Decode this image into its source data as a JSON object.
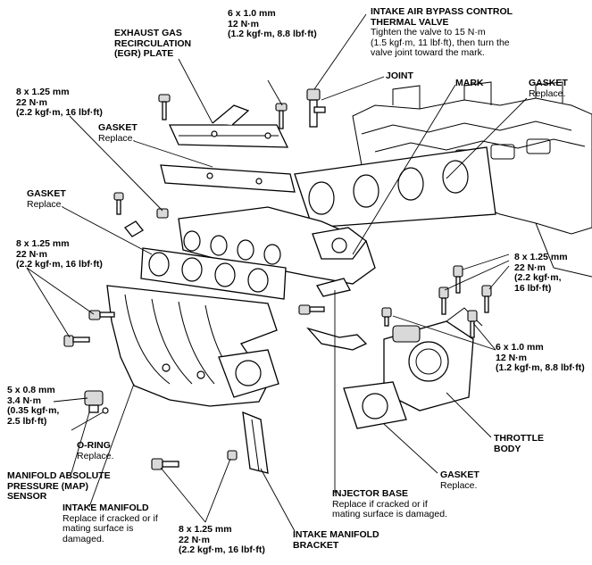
{
  "callouts": {
    "egr_plate": {
      "title": "EXHAUST GAS\nRECIRCULATION\n(EGR) PLATE"
    },
    "bolt_6x1_top": {
      "spec": "6 x 1.0 mm\n12 N·m\n(1.2 kgf·m, 8.8 lbf·ft)"
    },
    "iabc_valve": {
      "title": "INTAKE AIR BYPASS CONTROL\nTHERMAL VALVE",
      "note": "Tighten the valve to 15 N·m\n(1.5 kgf·m, 11 lbf·ft), then turn the\nvalve joint toward the mark."
    },
    "joint": {
      "title": "JOINT"
    },
    "mark": {
      "title": "MARK"
    },
    "gasket_right": {
      "title": "GASKET",
      "note": "Replace."
    },
    "bolt_8x125_upper_left": {
      "spec": "8 x 1.25 mm\n22 N·m\n(2.2 kgf·m, 16 lbf·ft)"
    },
    "gasket_top_left": {
      "title": "GASKET",
      "note": "Replace."
    },
    "gasket_left": {
      "title": "GASKET",
      "note": "Replace."
    },
    "bolt_8x125_left": {
      "spec": "8 x 1.25 mm\n22 N·m\n(2.2 kgf·m, 16 lbf·ft)"
    },
    "bolt_8x125_right": {
      "spec": "8 x 1.25 mm\n22 N·m\n(2.2 kgf·m,\n16 lbf·ft)"
    },
    "bolt_6x1_right": {
      "spec": "6 x 1.0 mm\n12 N·m\n(1.2 kgf·m, 8.8 lbf·ft)"
    },
    "bolt_5x08": {
      "spec": "5 x 0.8 mm\n3.4 N·m\n(0.35 kgf·m,\n2.5 lbf·ft)"
    },
    "o_ring": {
      "title": "O-RING",
      "note": "Replace."
    },
    "map_sensor": {
      "title": "MANIFOLD ABSOLUTE\nPRESSURE (MAP)\nSENSOR"
    },
    "throttle_body": {
      "title": "THROTTLE\nBODY"
    },
    "gasket_bottom": {
      "title": "GASKET",
      "note": "Replace."
    },
    "injector_base": {
      "title": "INJECTOR BASE",
      "note": "Replace if cracked or if\nmating surface is damaged."
    },
    "intake_manifold": {
      "title": "INTAKE MANIFOLD",
      "note": "Replace if cracked or if\nmating surface is\ndamaged."
    },
    "bolt_8x125_bottom": {
      "spec": "8 x 1.25 mm\n22 N·m\n(2.2 kgf·m, 16 lbf·ft)"
    },
    "manifold_bracket": {
      "title": "INTAKE MANIFOLD\nBRACKET"
    }
  }
}
